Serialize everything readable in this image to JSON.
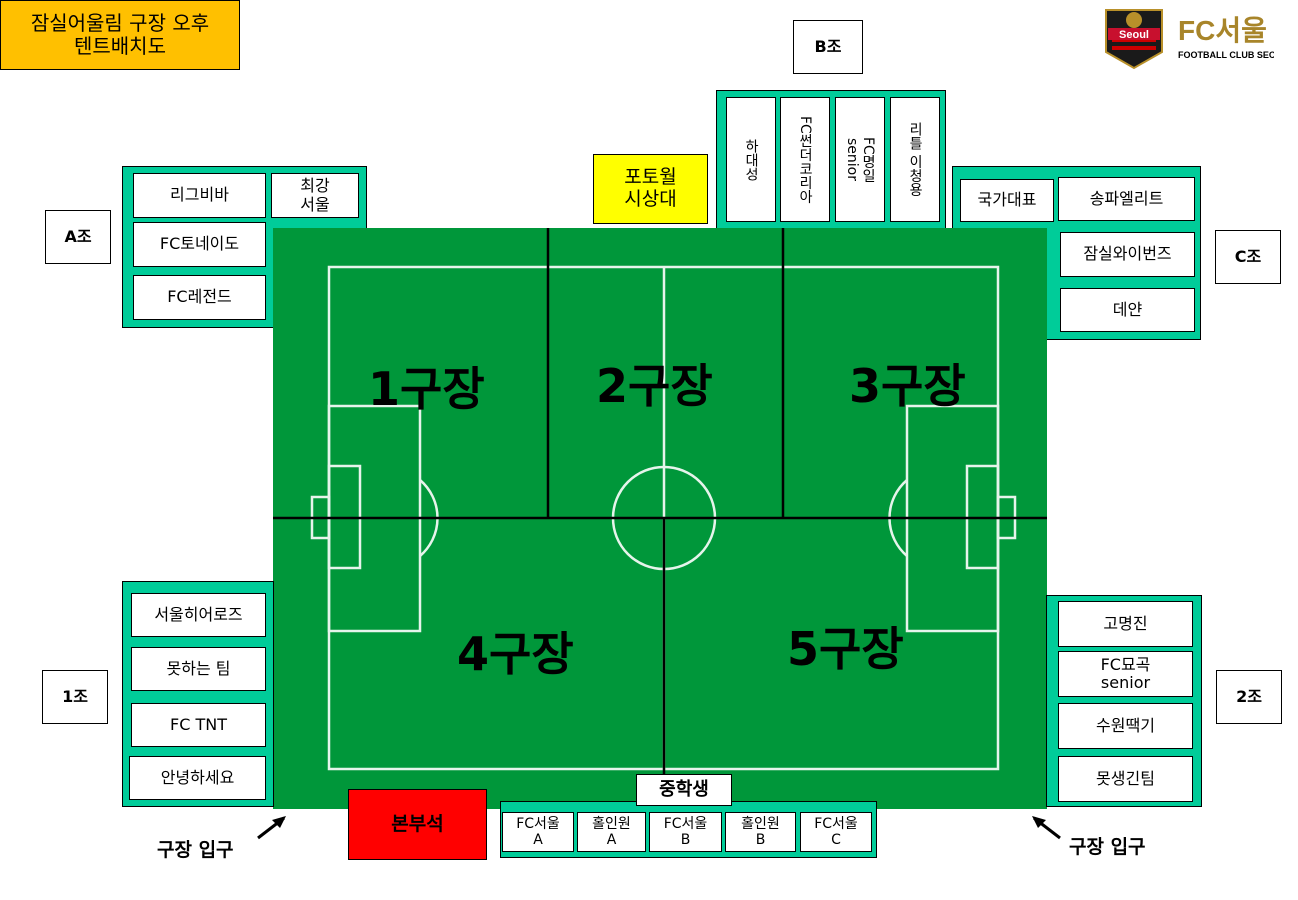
{
  "title": "잠실어울림 구장 오후\n텐트배치도",
  "logo": {
    "emblem": "Seoul",
    "brand": "FC서울",
    "sub": "FOOTBALL CLUB SEOUL"
  },
  "colors": {
    "field": "#00973A",
    "panel": "#00CC99",
    "title_bg": "#FFC000",
    "photo_bg": "#FFFF00",
    "hq_bg": "#FF0000"
  },
  "groups": {
    "A": "A조",
    "B": "B조",
    "C": "C조",
    "g1": "1조",
    "g2": "2조"
  },
  "groupA": [
    "리그비바",
    "최강\n서울",
    "FC토네이도",
    "FC레전드"
  ],
  "groupB": [
    "하대성",
    "FC썬더코리아",
    "FC명일\nsenior",
    "리틀 이청용"
  ],
  "groupC": [
    "국가대표",
    "송파엘리트",
    "잠실와이번즈",
    "데얀"
  ],
  "group1": [
    "서울히어로즈",
    "못하는 팀",
    "FC TNT",
    "안녕하세요"
  ],
  "group2": [
    "고명진",
    "FC묘곡\nsenior",
    "수원땍기",
    "못생긴팀"
  ],
  "middle": {
    "label": "중학생",
    "teams": [
      "FC서울\nA",
      "홀인원\nA",
      "FC서울\nB",
      "홀인원\nB",
      "FC서울\nC"
    ]
  },
  "photo": "포토월\n시상대",
  "hq": "본부석",
  "fields": [
    "1구장",
    "2구장",
    "3구장",
    "4구장",
    "5구장"
  ],
  "entrance": "구장 입구"
}
